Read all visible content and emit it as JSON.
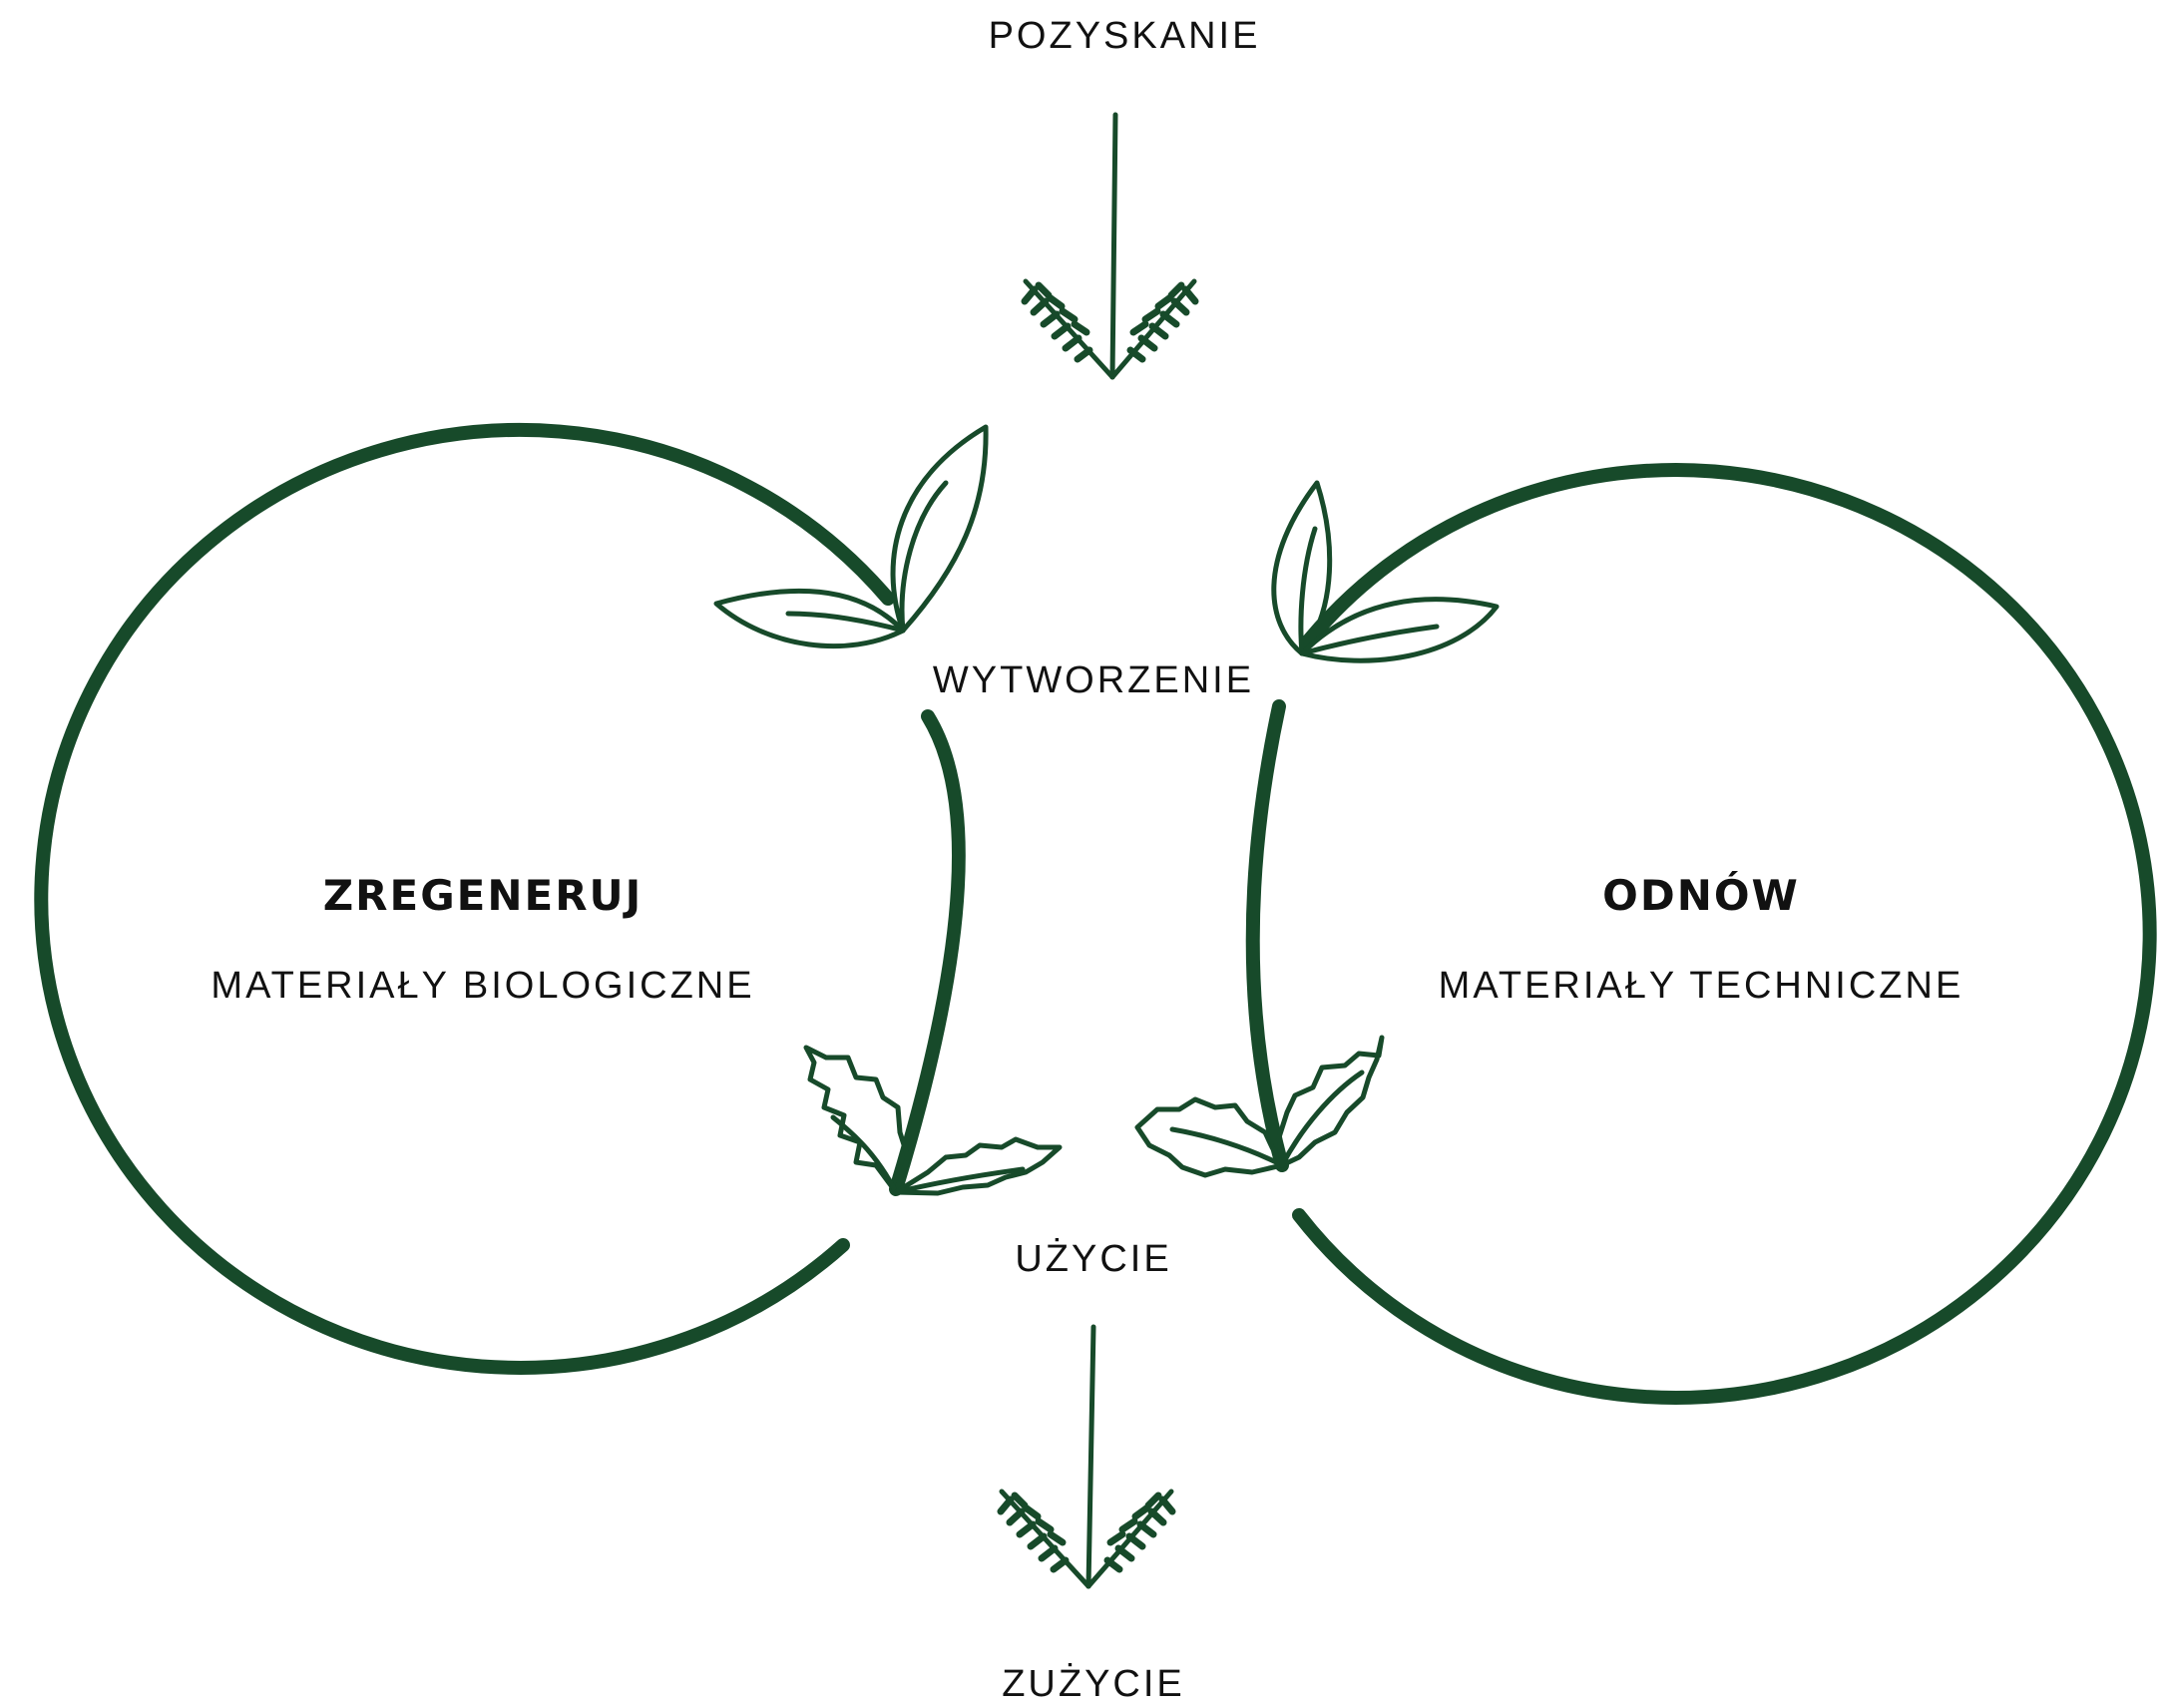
{
  "colors": {
    "primary": "#174a2a",
    "text": "#111111",
    "background": "#ffffff"
  },
  "labels": {
    "top": "POZYSKANIE",
    "manufacture": "WYTWORZENIE",
    "use": "UŻYCIE",
    "bottom": "ZUŻYCIE"
  },
  "left_cycle": {
    "title": "ZREGENERUJ",
    "subtitle": "MATERIAŁY BIOLOGICZNE"
  },
  "right_cycle": {
    "title": "ODNÓW",
    "subtitle": "MATERIAŁY TECHNICZNE"
  }
}
